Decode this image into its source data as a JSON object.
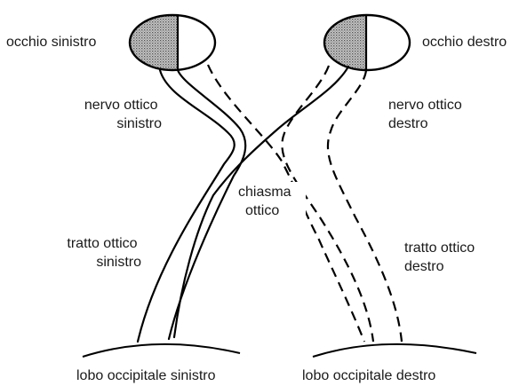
{
  "labels": {
    "left_eye": "occhio sinistro",
    "right_eye": "occhio destro",
    "left_optic_nerve": [
      "nervo ottico",
      "sinistro"
    ],
    "right_optic_nerve": [
      "nervo ottico",
      "destro"
    ],
    "optic_chiasm": [
      "chiasma",
      "ottico"
    ],
    "left_optic_tract": [
      "tratto ottico",
      "sinistro"
    ],
    "right_optic_tract": [
      "tratto ottico",
      "destro"
    ],
    "left_occipital_lobe": "lobo occipitale sinistro",
    "right_occipital_lobe": "lobo occipitale destro"
  },
  "colors": {
    "line": "#000000",
    "text": "#1a1a1a",
    "shading": "#8a8a8a",
    "background": "#ffffff"
  }
}
